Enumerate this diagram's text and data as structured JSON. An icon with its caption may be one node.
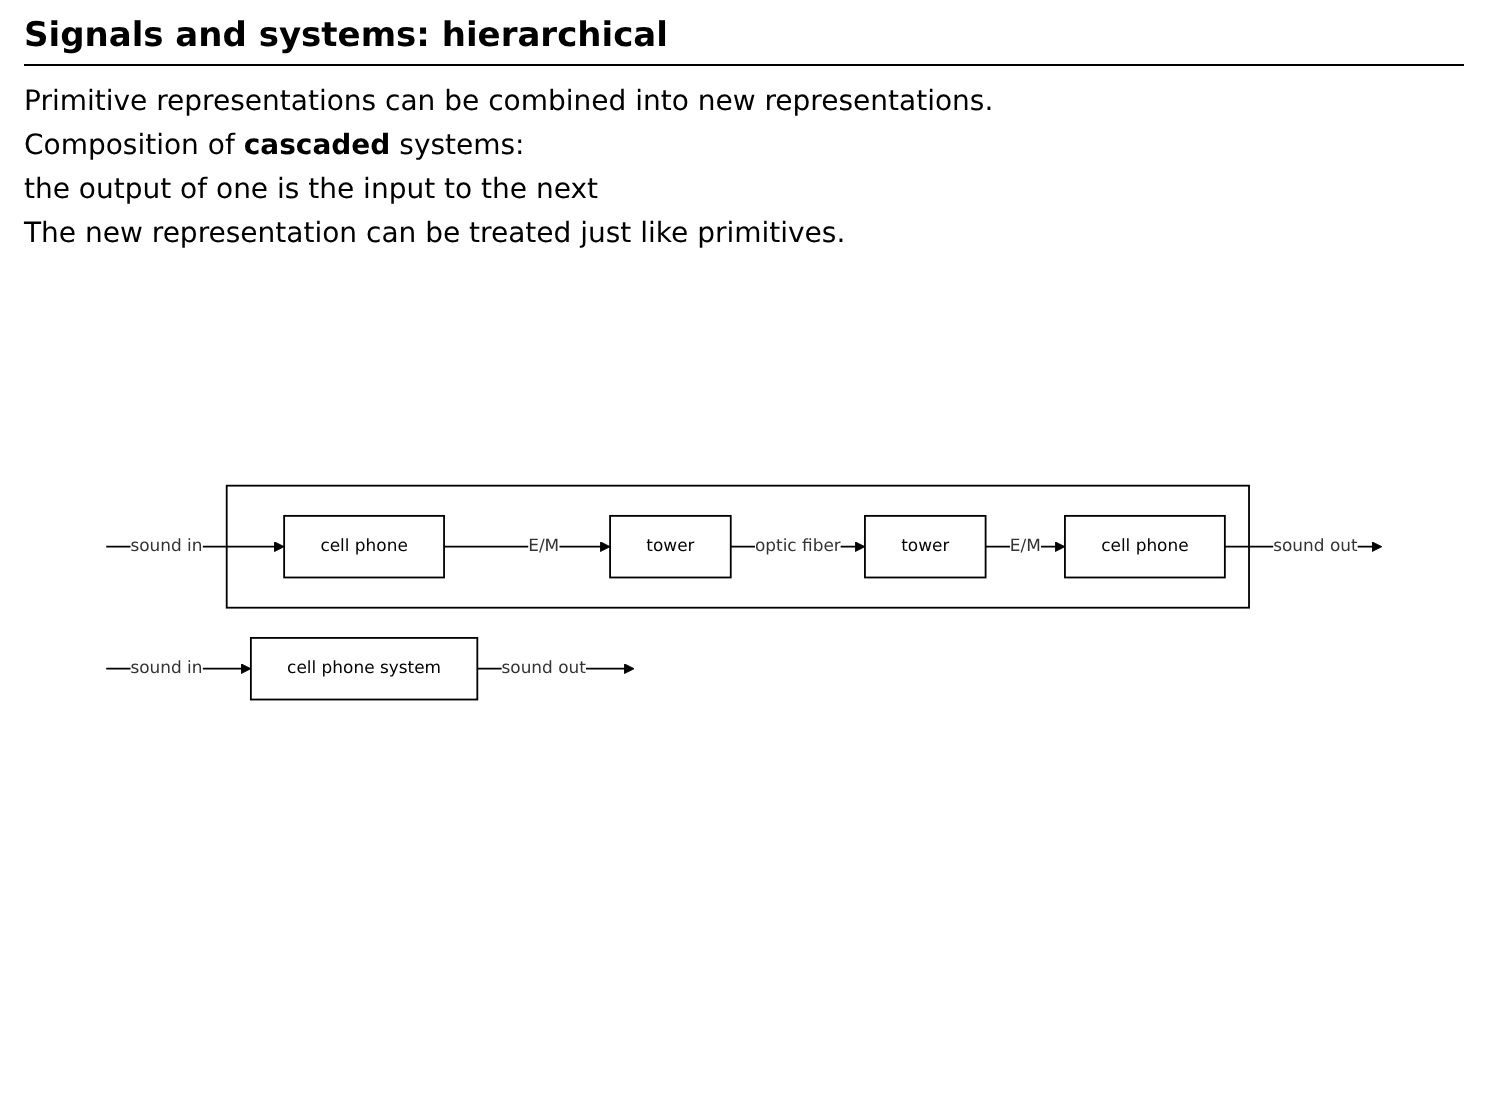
{
  "diagram": {
    "title": "Signals and systems: hierarchical",
    "nodes": [
      {
        "text": [],
        "shape": "box"
      },
      {
        "text": [
          "cell phone"
        ],
        "in": 0
      },
      {
        "text": [
          "tower"
        ],
        "in": 0
      },
      {
        "text": [
          "tower"
        ],
        "in": 0
      },
      {
        "text": [
          "cell phone"
        ],
        "in": 0
      },
      {
        "text": [
          "cell phone system"
        ]
      }
    ],
    "edges": [
      {
        "from": null,
        "to": 1,
        "arrow": "to",
        "label": "sound in"
      },
      {
        "from": 1,
        "to": 2,
        "arrow": "to",
        "label": "E/M"
      },
      {
        "from": 2,
        "to": 3,
        "arrow": "to",
        "label": "optic fiber"
      },
      {
        "from": 3,
        "to": 4,
        "arrow": "to",
        "label": "E/M"
      },
      {
        "from": 4,
        "to": null,
        "arrow": "to",
        "label": "sound out"
      },
      {
        "from": null,
        "to": 5,
        "arrow": "to",
        "label": "sound in"
      },
      {
        "from": 5,
        "to": null,
        "arrow": "to",
        "label": "sound out"
      }
    ],
    "labels": [
      "Primitive representations can be combined into new representations.",
      "Composition of **cascaded** systems:",
      "the output of one is the input to the next",
      "The new representation can be treated just like primitives."
    ]
  }
}
